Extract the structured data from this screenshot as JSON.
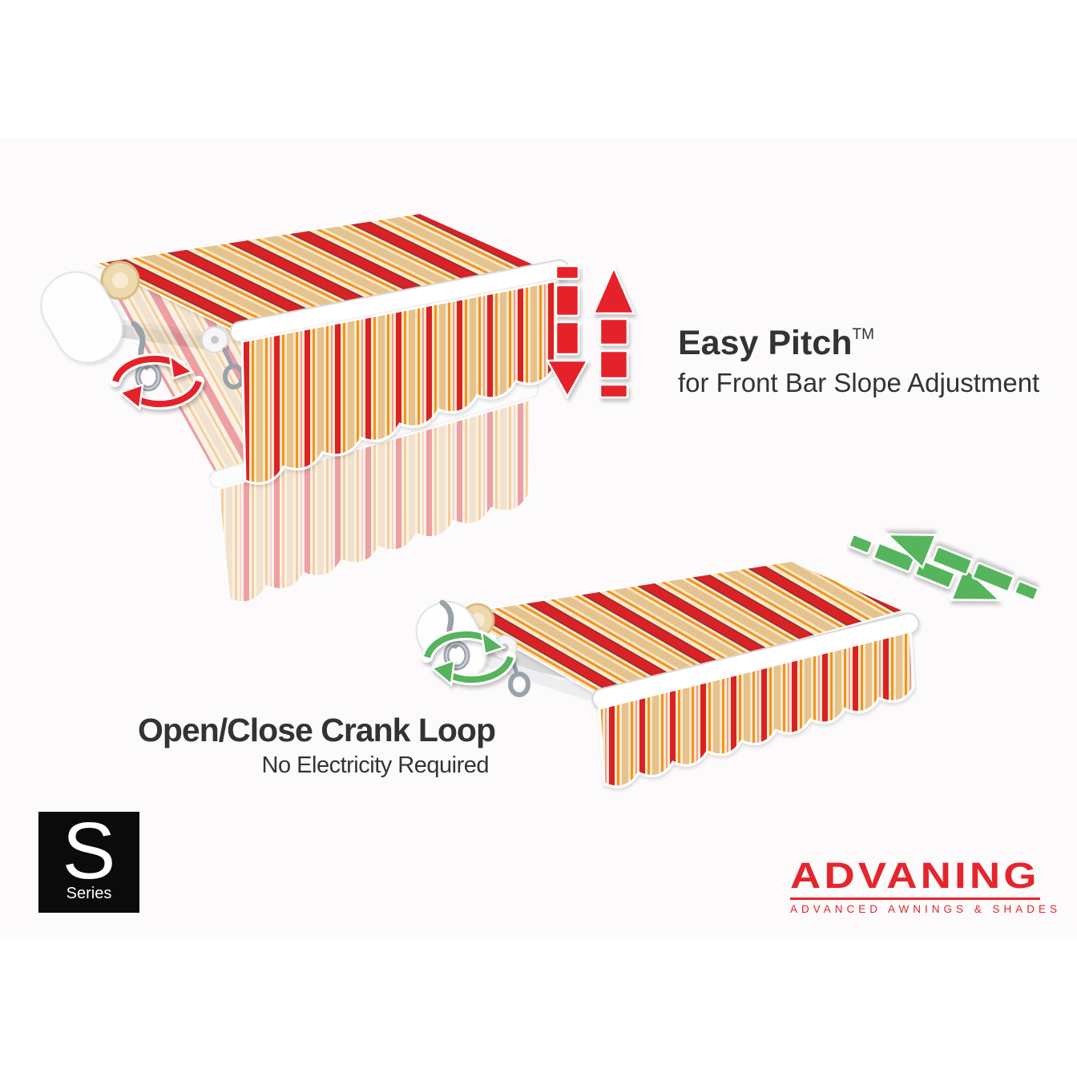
{
  "annotations": {
    "easy_pitch": {
      "title": "Easy Pitch",
      "trademark": "TM",
      "subtitle": "for Front Bar Slope Adjustment"
    },
    "crank_loop": {
      "title": "Open/Close Crank Loop",
      "subtitle": "No Electricity Required"
    }
  },
  "series_badge": {
    "letter": "S",
    "label": "Series"
  },
  "brand": {
    "name": "ADVANING",
    "tagline": "ADVANCED AWNINGS & SHADES"
  },
  "colors": {
    "canvas_bg": "#fcfafb",
    "text_dark": "#333333",
    "arrow_red": "#e5242b",
    "arrow_green": "#54b45c",
    "brand_red": "#e4262c",
    "badge_bg": "#0b0b0b",
    "badge_text": "#ffffff",
    "fabric_red": "#da2428",
    "fabric_orange": "#f19323",
    "fabric_tan": "#e6c28e",
    "fabric_cream": "#f6e9c8"
  }
}
